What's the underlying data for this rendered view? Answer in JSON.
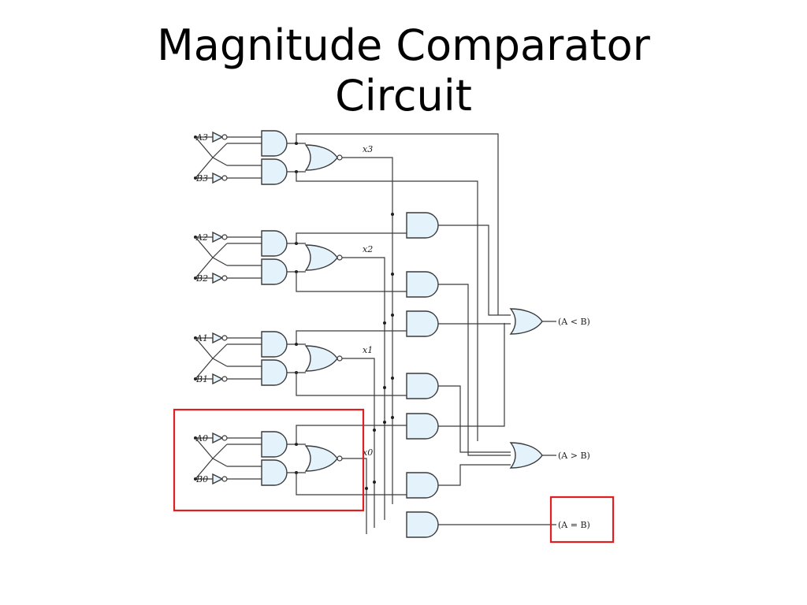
{
  "slide": {
    "title_line1": "Magnitude Comparator",
    "title_line2": "Circuit"
  },
  "inputs": [
    {
      "a": "A3",
      "b": "B3"
    },
    {
      "a": "A2",
      "b": "B2"
    },
    {
      "a": "A1",
      "b": "B1"
    },
    {
      "a": "A0",
      "b": "B0"
    }
  ],
  "xnor_outputs": [
    "x3",
    "x2",
    "x1",
    "x0"
  ],
  "outputs": {
    "a_lt_b": "(A < B)",
    "a_gt_b": "(A > B)",
    "a_eq_b": "(A = B)"
  },
  "highlights": [
    "bit-0 stage",
    "(A = B) output"
  ],
  "colors": {
    "gate_fill": "#e3f2fb",
    "wire": "#3a3a3a",
    "highlight": "#e02020"
  }
}
